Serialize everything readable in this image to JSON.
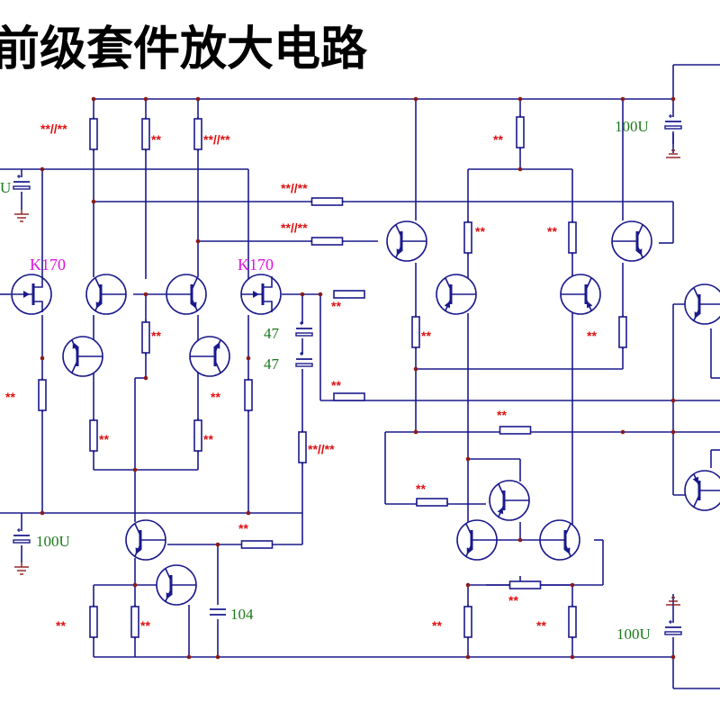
{
  "title": "前级套件放大电路",
  "colors": {
    "wire": "#1a1a8c",
    "junction": "#8b1a1a",
    "red_label": "#e01010",
    "green_label": "#1a7a1a",
    "magenta_label": "#e010e0",
    "ground": "#8b1a1a"
  },
  "labels": {
    "star2": "**",
    "star_pair": "**//**",
    "cap_100u": "100U",
    "cap_u": "U",
    "cap_47": "47",
    "cap_104": "104",
    "jfet": "K170"
  }
}
